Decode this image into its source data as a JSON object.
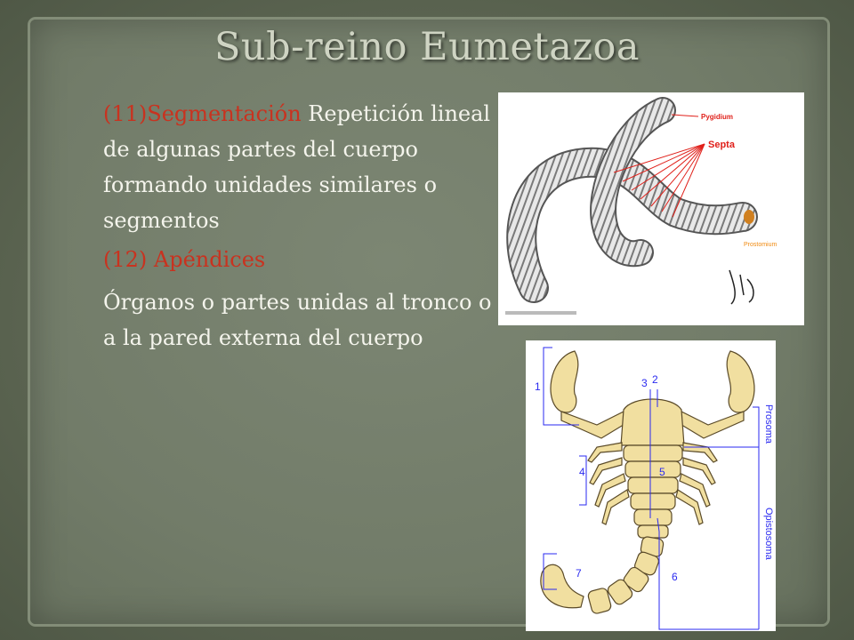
{
  "slide": {
    "title": "Sub-reino Eumetazoa",
    "item1_heading": "(11)Segmentación",
    "item1_text": " Repetición lineal de algunas partes del cuerpo formando unidades similares o segmentos",
    "item2_heading": "(12) Apéndices",
    "item2_text": "Órganos o partes unidas al tronco o a la pared externa del cuerpo"
  },
  "worm_figure": {
    "labels": {
      "pygidium": "Pygidium",
      "septa": "Septa",
      "prostomium": "Prostomium"
    },
    "colors": {
      "label_red": "#e0201a",
      "label_orange": "#f08a10"
    }
  },
  "scorpion_figure": {
    "labels": {
      "n1": "1",
      "n2": "2",
      "n3": "3",
      "n4": "4",
      "n5": "5",
      "n6": "6",
      "n7": "7",
      "prosoma": "Prosoma",
      "opistosoma": "Opistosoma"
    },
    "colors": {
      "body": "#f1dfa0",
      "outline": "#5a4a28",
      "lines": "#2a2af0"
    }
  }
}
